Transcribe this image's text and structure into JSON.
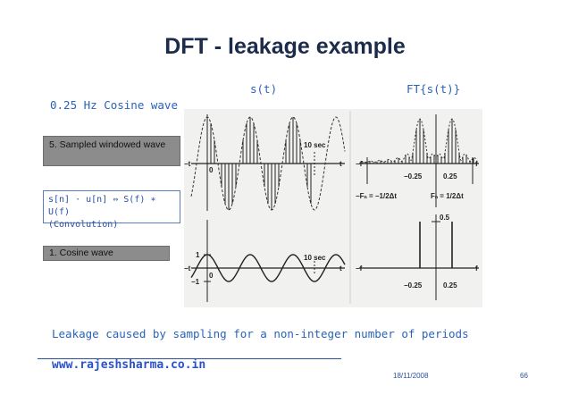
{
  "slide": {
    "title": "DFT - leakage example",
    "subtitle": "0.25 Hz Cosine wave",
    "col_s": "s(t)",
    "col_ft": "FT{s(t)}",
    "box_sampled": "5. Sampled windowed wave",
    "box_cosine": "1. Cosine wave",
    "conv_line1": "s[n] · u[n] ⇔ S(f) ∗ U(f)",
    "conv_line2": "(Convolution)",
    "leakage_note": "Leakage caused by sampling for a non-integer number of periods",
    "url": "www.rajeshsharma.co.in",
    "date": "18/11/2008",
    "page": "66"
  },
  "plots": {
    "top_time": {
      "t_label": "t",
      "neg_t_label": "−t",
      "zero": "0",
      "marker": "10 sec"
    },
    "top_freq": {
      "f_label": "f",
      "neg_f_label": "−f",
      "neg_tick": "−0.25",
      "pos_tick": "0.25",
      "neg_nyq": "−Fₙ = −1/2Δt",
      "pos_nyq": "Fₙ = 1/2Δt"
    },
    "bot_time": {
      "t_label": "t",
      "neg_t_label": "−t",
      "zero": "0",
      "one": "1",
      "minus_one": "−1",
      "marker": "10 sec"
    },
    "bot_freq": {
      "f_label": "f",
      "neg_f_label": "−f",
      "neg_tick": "−0.25",
      "pos_tick": "0.25",
      "peak": "0.5"
    }
  }
}
